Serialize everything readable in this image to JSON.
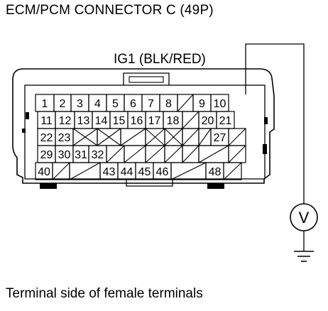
{
  "title": "ECM/PCM CONNECTOR C (49P)",
  "wire_label": "IG1 (BLK/RED)",
  "caption": "Terminal side of female terminals",
  "meter_symbol": "V",
  "rows": [
    [
      "1",
      "2",
      "3",
      "4",
      "5",
      "6",
      "7",
      "8",
      "",
      "9",
      "10"
    ],
    [
      "11",
      "12",
      "13",
      "14",
      "15",
      "16",
      "17",
      "18",
      "",
      "20",
      "21"
    ],
    [
      "22",
      "23",
      "",
      "",
      "",
      "",
      "",
      "",
      "",
      "27",
      ""
    ],
    [
      "29",
      "30",
      "31",
      "32",
      "",
      "",
      "",
      "",
      "",
      "",
      ""
    ],
    [
      "40",
      "",
      "",
      "43",
      "44",
      "45",
      "46",
      "",
      "48",
      ""
    ]
  ]
}
